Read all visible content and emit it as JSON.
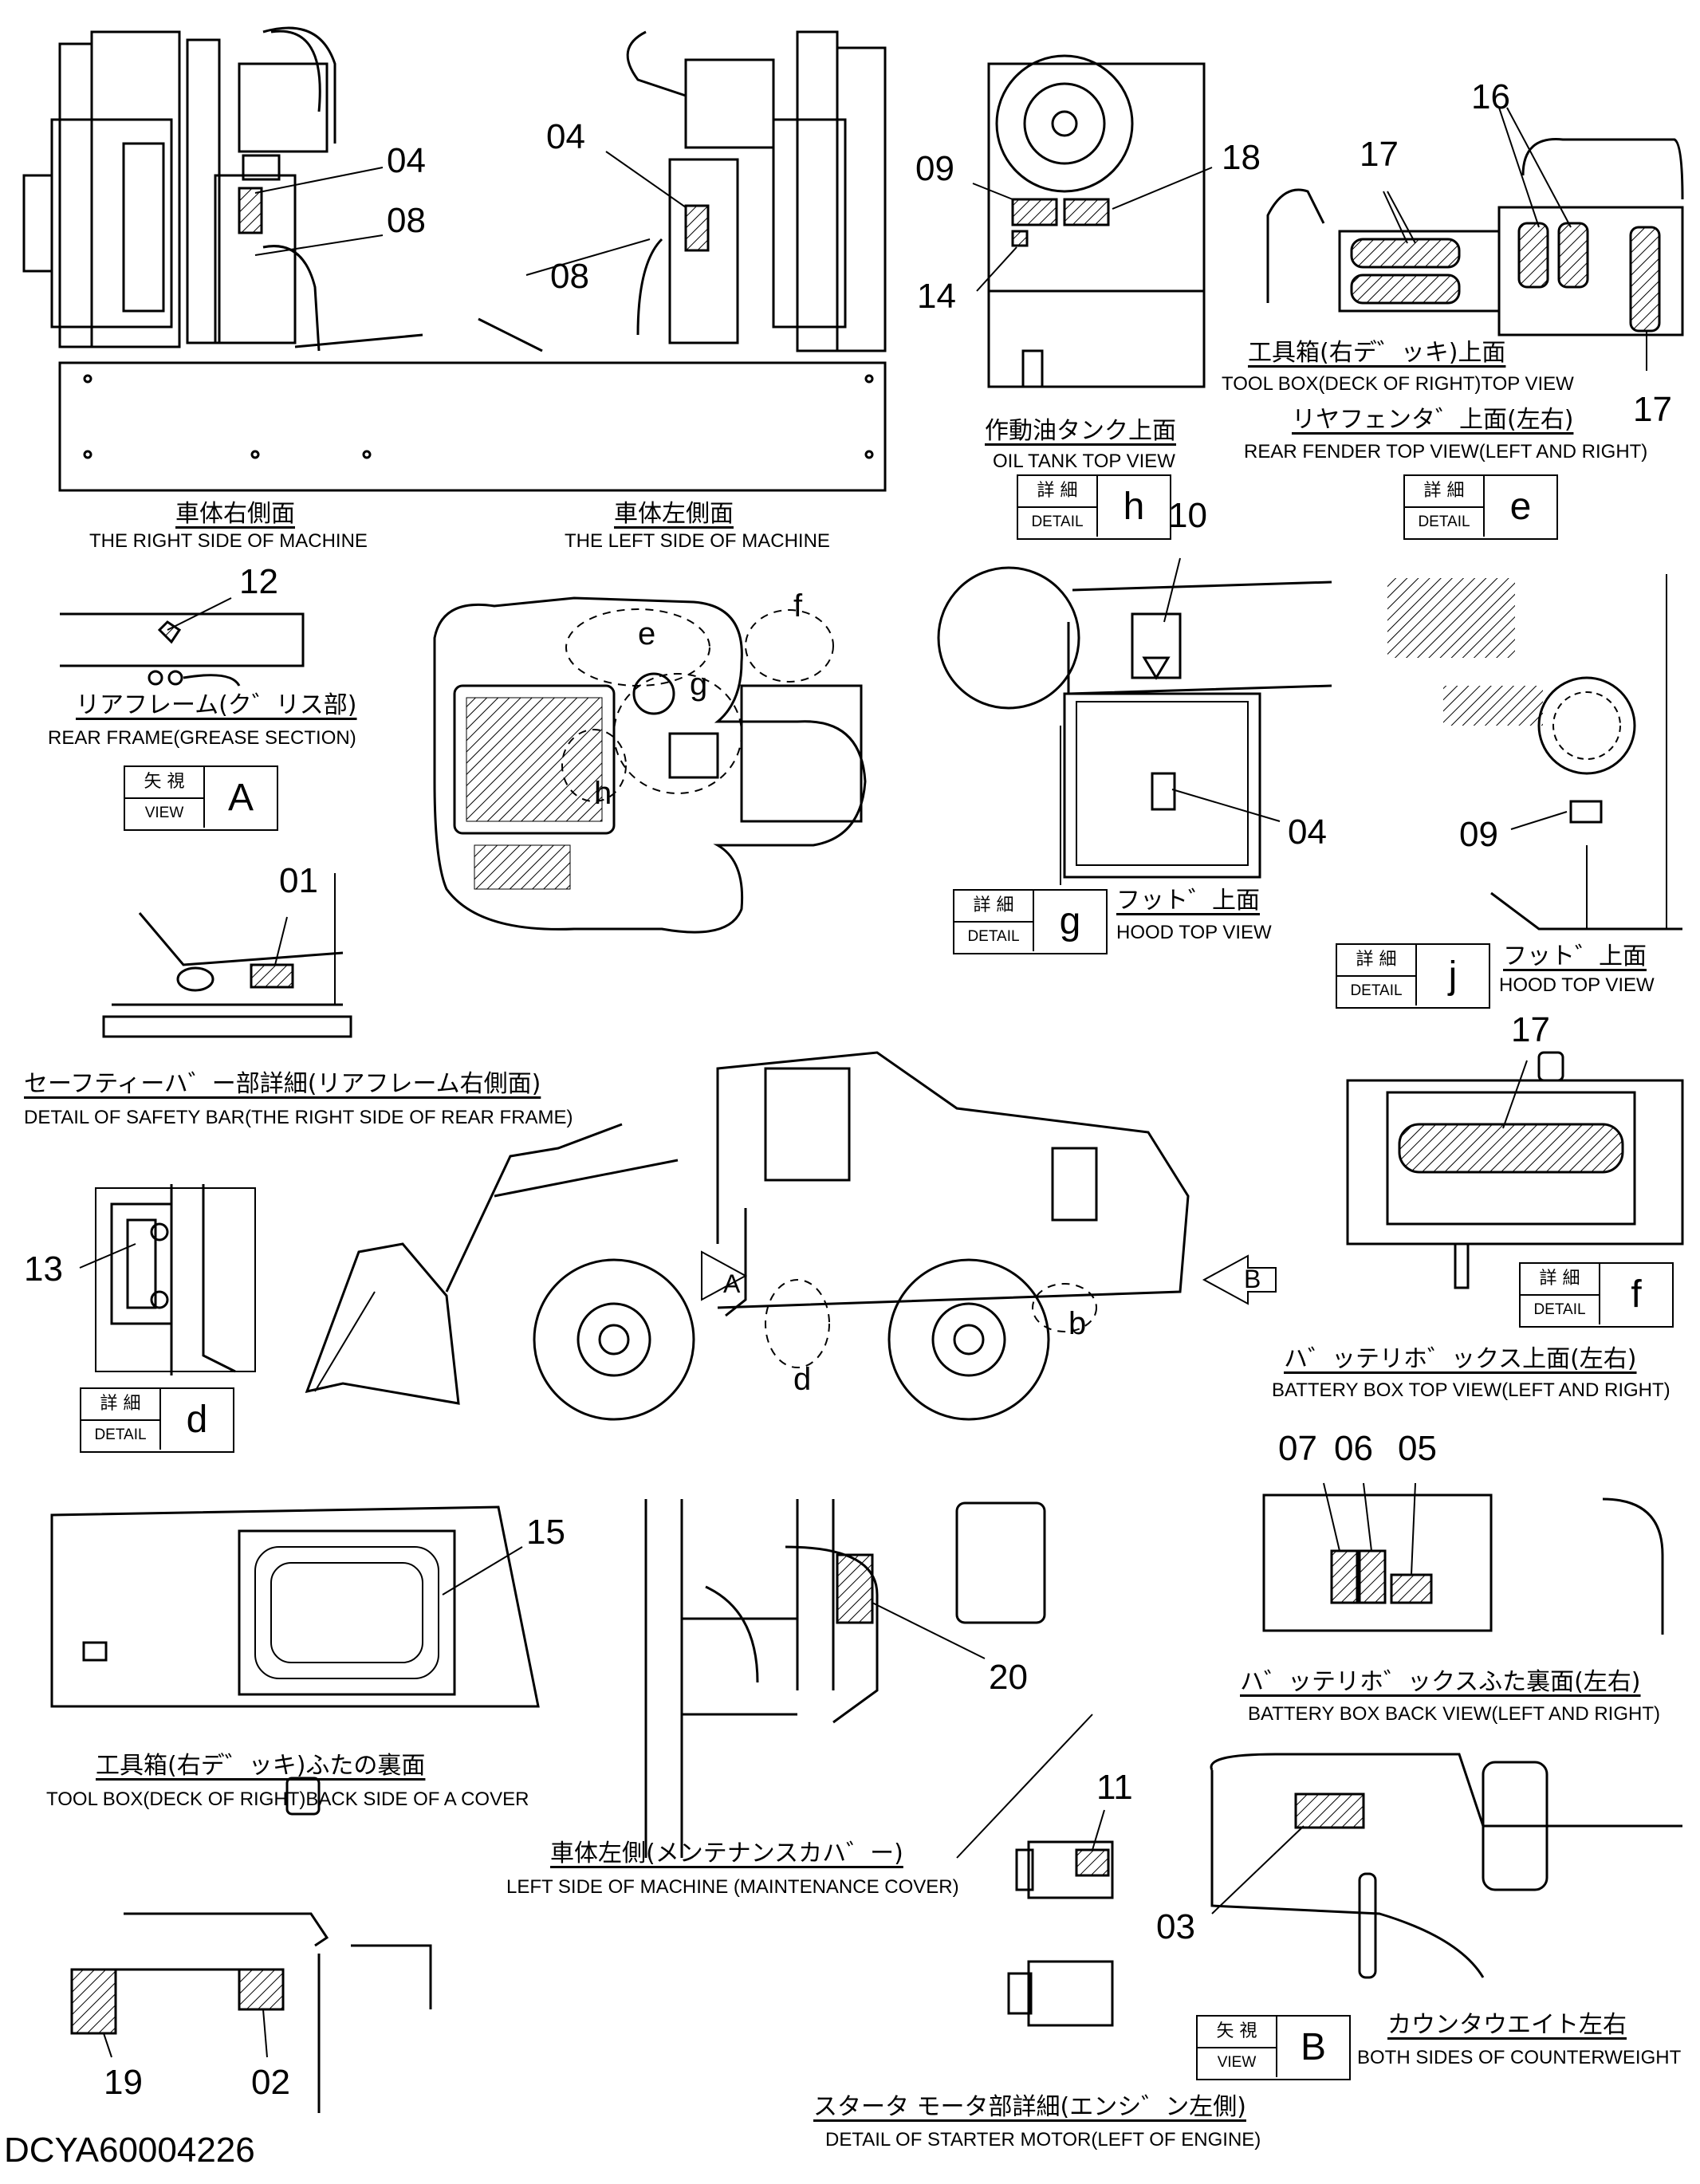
{
  "callouts": {
    "n04a": "04",
    "n08a": "08",
    "n04b": "04",
    "n08b": "08",
    "n09a": "09",
    "n18": "18",
    "n14": "14",
    "n16": "16",
    "n17a": "17",
    "n17b": "17",
    "n12": "12",
    "n10": "10",
    "n04c": "04",
    "n09b": "09",
    "n01": "01",
    "n17c": "17",
    "n13": "13",
    "n07": "07",
    "n06": "06",
    "n05": "05",
    "n15": "15",
    "n20": "20",
    "n11": "11",
    "n03": "03",
    "n19": "19",
    "n02": "02"
  },
  "view_letters": {
    "e": "e",
    "f": "f",
    "g": "g",
    "h": "h",
    "d": "d",
    "b": "b",
    "A": "A",
    "B": "B"
  },
  "captions": {
    "right_side": {
      "jp": "車体右側面",
      "en": "THE RIGHT SIDE OF MACHINE"
    },
    "left_side": {
      "jp": "車体左側面",
      "en": "THE LEFT SIDE OF MACHINE"
    },
    "oil_tank": {
      "jp": "作動油タンク上面",
      "en": "OIL TANK TOP VIEW"
    },
    "tool_box_top": {
      "jp": "工具箱(右デ゛ッキ)上面",
      "en": "TOOL BOX(DECK OF RIGHT)TOP VIEW"
    },
    "rear_fender": {
      "jp": "リヤフェンタ゛上面(左右)",
      "en": "REAR FENDER TOP VIEW(LEFT AND RIGHT)"
    },
    "rear_frame": {
      "jp": "リアフレーム(ク゛リス部)",
      "en": "REAR FRAME(GREASE SECTION)"
    },
    "hood_g": {
      "jp": "フット゛上面",
      "en": "HOOD TOP VIEW"
    },
    "hood_j": {
      "jp": "フット゛上面",
      "en": "HOOD TOP VIEW"
    },
    "safety_bar": {
      "jp": "セーフティーハ゛ー部詳細(リアフレーム右側面)",
      "en": "DETAIL OF SAFETY BAR(THE RIGHT SIDE OF REAR FRAME)"
    },
    "battery_top": {
      "jp": "ハ゛ッテリホ゛ックス上面(左右)",
      "en": "BATTERY BOX TOP VIEW(LEFT AND RIGHT)"
    },
    "battery_back": {
      "jp": "ハ゛ッテリホ゛ックスふた裏面(左右)",
      "en": "BATTERY BOX BACK VIEW(LEFT AND RIGHT)"
    },
    "tool_box_cover": {
      "jp": "工具箱(右デ゛ッキ)ふたの裏面",
      "en": "TOOL BOX(DECK OF RIGHT)BACK SIDE OF A COVER"
    },
    "maint_cover": {
      "jp": "車体左側(メンテナンスカハ゛ー)",
      "en": "LEFT SIDE OF MACHINE (MAINTENANCE COVER)"
    },
    "counterweight": {
      "jp": "カウンタウエイト左右",
      "en": "BOTH SIDES OF COUNTERWEIGHT"
    },
    "starter": {
      "jp": "スタータ モータ部詳細(エンシ゛ン左側)",
      "en": "DETAIL OF STARTER MOTOR(LEFT OF ENGINE)"
    }
  },
  "detail_boxes": {
    "h": {
      "t1": "詳 細",
      "t2": "DETAIL",
      "letter": "h"
    },
    "e": {
      "t1": "詳 細",
      "t2": "DETAIL",
      "letter": "e"
    },
    "A": {
      "t1": "矢 視",
      "t2": "VIEW",
      "letter": "A"
    },
    "g": {
      "t1": "詳 細",
      "t2": "DETAIL",
      "letter": "g"
    },
    "j": {
      "t1": "詳 細",
      "t2": "DETAIL",
      "letter": "j"
    },
    "f": {
      "t1": "詳 細",
      "t2": "DETAIL",
      "letter": "f"
    },
    "d": {
      "t1": "詳 細",
      "t2": "DETAIL",
      "letter": "d"
    },
    "B": {
      "t1": "矢 視",
      "t2": "VIEW",
      "letter": "B"
    }
  },
  "drawing_code": "DCYA60004226"
}
